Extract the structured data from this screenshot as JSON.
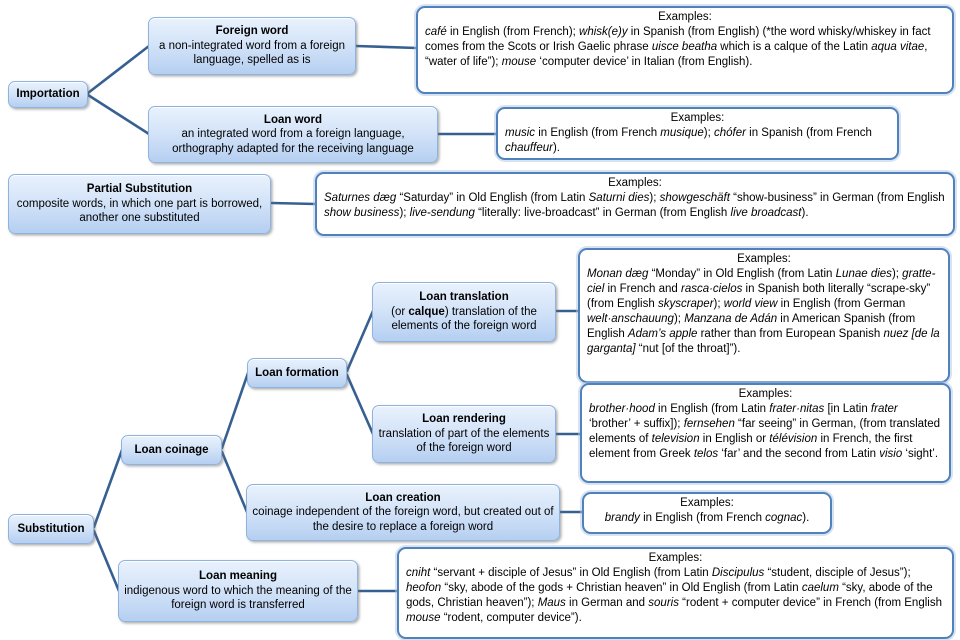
{
  "examples_heading": "Examples:",
  "colors": {
    "node_border": "#8fb3dd",
    "node_fill_top": "#e9f2fd",
    "node_fill_bottom": "#b5cff1",
    "example_border": "#4f81bd",
    "connector": "#376092",
    "text": "#000000"
  },
  "nodes": {
    "importation": {
      "title": "Importation"
    },
    "foreign_word": {
      "title": "Foreign word",
      "desc": "a non-integrated word from a foreign language, spelled as is"
    },
    "loan_word": {
      "title": "Loan word",
      "desc": "an integrated word from a foreign language, orthography adapted for the receiving language"
    },
    "partial_substitution": {
      "title": "Partial Substitution",
      "desc": "composite words, in which one part is borrowed, another one substituted"
    },
    "substitution": {
      "title": "Substitution"
    },
    "loan_coinage": {
      "title": "Loan coinage"
    },
    "loan_formation": {
      "title": "Loan formation"
    },
    "loan_translation": {
      "title": "Loan translation",
      "desc_rich": [
        [
          "",
          "(or "
        ],
        [
          "b",
          "calque"
        ],
        [
          "",
          ") translation of the elements of the foreign word"
        ]
      ]
    },
    "loan_rendering": {
      "title": "Loan rendering",
      "desc": "translation of part of the elements of the foreign word"
    },
    "loan_creation": {
      "title": "Loan creation",
      "desc": "coinage independent of the foreign word, but created out of the desire to replace a foreign word"
    },
    "loan_meaning": {
      "title": "Loan meaning",
      "desc": "indigenous word to which the meaning of the foreign word is transferred"
    }
  },
  "examples": {
    "foreign_word": [
      [
        "i",
        "café"
      ],
      [
        "",
        " in English (from French); "
      ],
      [
        "i",
        "whisk(e)y"
      ],
      [
        "",
        " in Spanish (from English) (*the word whisky/whiskey in fact comes from the Scots or Irish Gaelic phrase "
      ],
      [
        "i",
        "uisce beatha"
      ],
      [
        "",
        " which is a calque of the Latin "
      ],
      [
        "i",
        "aqua vitae"
      ],
      [
        "",
        ", “water of life”); "
      ],
      [
        "i",
        "mouse"
      ],
      [
        "",
        " ‘computer device’ in Italian (from English)."
      ]
    ],
    "loan_word": [
      [
        "i",
        "music"
      ],
      [
        "",
        " in English (from French "
      ],
      [
        "i",
        "musique"
      ],
      [
        "",
        "); "
      ],
      [
        "i",
        "chófer"
      ],
      [
        "",
        " in Spanish (from French "
      ],
      [
        "i",
        "chauffeur"
      ],
      [
        "",
        ")."
      ]
    ],
    "partial_substitution": [
      [
        "i",
        "Saturnes dæg"
      ],
      [
        "",
        " “Saturday” in Old English (from Latin "
      ],
      [
        "i",
        "Saturni dies"
      ],
      [
        "",
        "); "
      ],
      [
        "i",
        "showgeschäft"
      ],
      [
        "",
        " “show-business” in German (from English "
      ],
      [
        "i",
        "show business"
      ],
      [
        "",
        "); "
      ],
      [
        "i",
        "live-sendung"
      ],
      [
        "",
        " “literally: live-broadcast” in German (from English "
      ],
      [
        "i",
        "live broadcast"
      ],
      [
        "",
        ")."
      ]
    ],
    "loan_translation": [
      [
        "i",
        "Monan dæg"
      ],
      [
        "",
        " “Monday” in Old English (from Latin "
      ],
      [
        "i",
        "Lunae dies"
      ],
      [
        "",
        "); "
      ],
      [
        "i",
        "gratte-ciel"
      ],
      [
        "",
        " in French and "
      ],
      [
        "i",
        "rasca·cielos"
      ],
      [
        "",
        " in Spanish both literally “scrape-sky” (from English "
      ],
      [
        "i",
        "skyscraper"
      ],
      [
        "",
        "); "
      ],
      [
        "i",
        "world view"
      ],
      [
        "",
        " in English (from German "
      ],
      [
        "i",
        "welt·anschauung"
      ],
      [
        "",
        "); "
      ],
      [
        "i",
        "Manzana de Adán"
      ],
      [
        "",
        " in American Spanish (from English "
      ],
      [
        "i",
        "Adam’s apple"
      ],
      [
        "",
        " rather than from European Spanish "
      ],
      [
        "i",
        "nuez [de la garganta]"
      ],
      [
        "",
        " “nut [of the throat]”)."
      ]
    ],
    "loan_rendering": [
      [
        "i",
        "brother·hood"
      ],
      [
        "",
        " in English (from Latin "
      ],
      [
        "i",
        "frater·nitas"
      ],
      [
        "",
        " [in Latin "
      ],
      [
        "i",
        "frater"
      ],
      [
        "",
        " ‘brother’ + suffix]); "
      ],
      [
        "i",
        "fernsehen"
      ],
      [
        "",
        " “far seeing” in German, (from translated elements of "
      ],
      [
        "i",
        "television"
      ],
      [
        "",
        " in English or "
      ],
      [
        "i",
        "télévision"
      ],
      [
        "",
        " in French, the first element from Greek "
      ],
      [
        "i",
        "telos"
      ],
      [
        "",
        " ‘far’ and the second from Latin "
      ],
      [
        "i",
        "visio"
      ],
      [
        "",
        " ‘sight’."
      ]
    ],
    "loan_creation": [
      [
        "i",
        "brandy"
      ],
      [
        "",
        " in English (from French "
      ],
      [
        "i",
        "cognac"
      ],
      [
        "",
        ")."
      ]
    ],
    "loan_meaning": [
      [
        "i",
        "cniht"
      ],
      [
        "",
        " “servant + disciple of Jesus” in Old English (from Latin "
      ],
      [
        "i",
        "Discipulus"
      ],
      [
        "",
        " “student, disciple of Jesus”); "
      ],
      [
        "i",
        "heofon"
      ],
      [
        "",
        " “sky, abode of the gods + Christian heaven” in Old English (from Latin "
      ],
      [
        "i",
        "caelum"
      ],
      [
        "",
        " “sky, abode of the gods, Christian heaven”); "
      ],
      [
        "i",
        "Maus"
      ],
      [
        "",
        " in German and "
      ],
      [
        "i",
        "souris"
      ],
      [
        "",
        " “rodent + computer device” in French (from English "
      ],
      [
        "i",
        "mouse"
      ],
      [
        "",
        " “rodent, computer device”)."
      ]
    ]
  }
}
